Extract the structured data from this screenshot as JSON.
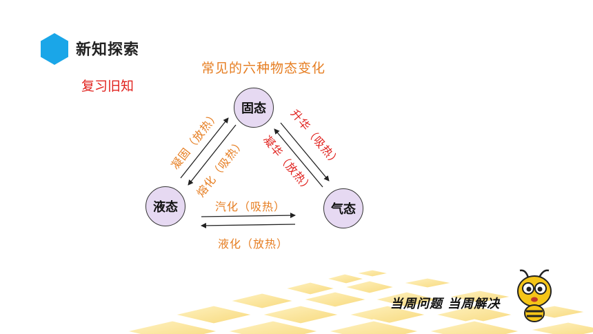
{
  "header": {
    "section_title": "新知探索",
    "subtitle": "复习旧知",
    "accent_color": "#1aa6e8"
  },
  "diagram": {
    "title": "常见的六种物态变化",
    "nodes": {
      "solid": "固态",
      "liquid": "液态",
      "gas": "气态"
    },
    "transitions": {
      "solidification": "凝固（放热）",
      "melting": "熔化（吸热）",
      "sublimation": "升华（吸热）",
      "deposition": "凝华（放热）",
      "vaporization": "汽化（吸热）",
      "liquefaction": "液化（放热）"
    },
    "colors": {
      "node_fill": "#e6d9f2",
      "orange_label": "#e67e22",
      "red_label": "#e0201c"
    }
  },
  "footer": {
    "slogan": "当周问题 当周解决",
    "mascot_icon": "bee-mascot-icon"
  }
}
